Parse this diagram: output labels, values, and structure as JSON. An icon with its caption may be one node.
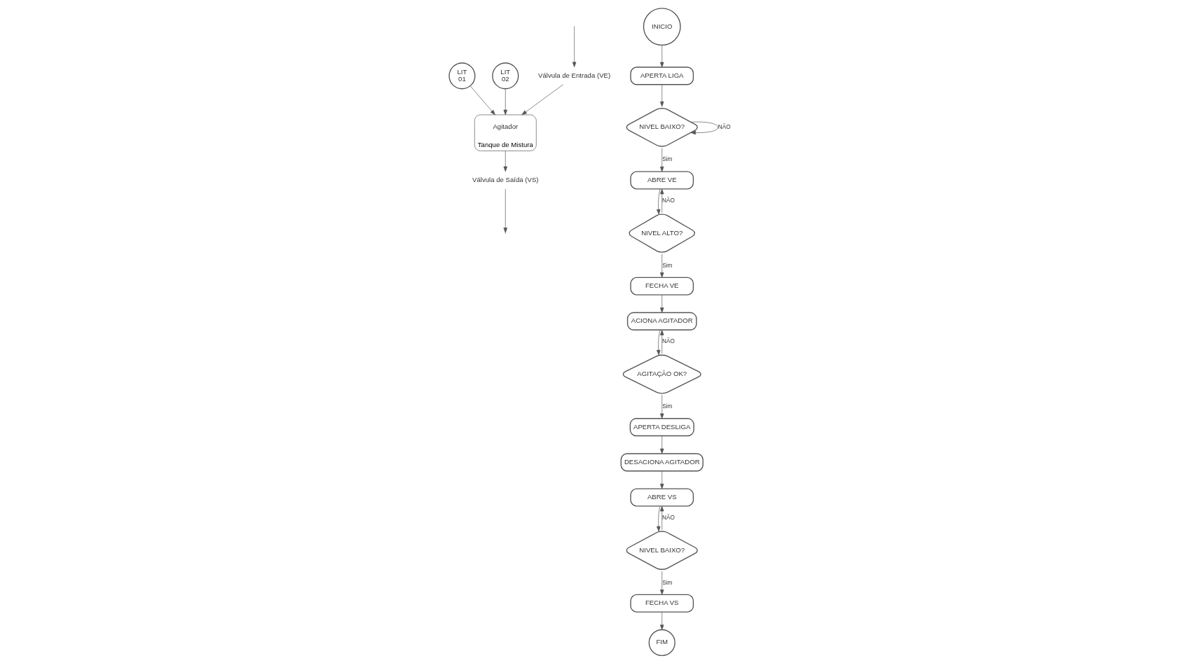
{
  "diagram": {
    "nodes": [
      {
        "text": [
          "Válvula de Entrada (VE)"
        ]
      },
      {
        "text": [
          "Tanque de Mistura"
        ]
      },
      {
        "text": [
          "Agitador"
        ],
        "in": 1
      },
      {
        "text": [
          "LIT",
          "01"
        ]
      },
      {
        "text": [
          "LIT",
          "02"
        ]
      },
      {
        "text": [
          "Válvula de Saída (VS)"
        ]
      },
      {
        "text": [
          "INICIO"
        ]
      },
      {
        "text": [
          "APERTA LIGA"
        ]
      },
      {
        "text": [
          "NIVEL BAIXO?"
        ]
      },
      {
        "text": [
          "ABRE VE"
        ]
      },
      {
        "text": [
          "NIVEL ALTO?"
        ]
      },
      {
        "text": [
          "FECHA VE"
        ]
      },
      {
        "text": [
          "ACIONA AGITADOR"
        ]
      },
      {
        "text": [
          "AGITAÇÃO OK?"
        ]
      },
      {
        "text": [
          "APERTA DESLIGA"
        ]
      },
      {
        "text": [
          "DESACIONA AGITADOR"
        ]
      },
      {
        "text": [
          "ABRE VS"
        ]
      },
      {
        "text": [
          "NIVEL BAIXO?"
        ]
      },
      {
        "text": [
          "FECHA VS"
        ]
      },
      {
        "text": [
          "FIM"
        ]
      }
    ],
    "edges": [
      {
        "from": null,
        "to": 0,
        "arrow": "to"
      },
      {
        "from": 0,
        "to": 1,
        "arrow": "to"
      },
      {
        "from": 3,
        "to": 1,
        "arrow": "to"
      },
      {
        "from": 4,
        "to": 1,
        "arrow": "to"
      },
      {
        "from": 1,
        "to": 5,
        "arrow": "to"
      },
      {
        "from": 5,
        "to": null,
        "arrow": "to"
      },
      {
        "from": 6,
        "to": 7,
        "arrow": "to"
      },
      {
        "from": 7,
        "to": 8,
        "arrow": "to"
      },
      {
        "from": 8,
        "to": 9,
        "arrow": "to",
        "label": "Sim"
      },
      {
        "from": 8,
        "to": 8,
        "arrow": "to",
        "label": "NÃO"
      },
      {
        "from": 9,
        "to": 10,
        "arrow": "to"
      },
      {
        "from": 10,
        "to": 9,
        "arrow": "to",
        "label": "NÃO"
      },
      {
        "from": 10,
        "to": 11,
        "arrow": "to",
        "label": "Sim"
      },
      {
        "from": 11,
        "to": 12,
        "arrow": "to"
      },
      {
        "from": 12,
        "to": 13,
        "arrow": "to"
      },
      {
        "from": 13,
        "to": 12,
        "arrow": "to",
        "label": "NÃO"
      },
      {
        "from": 13,
        "to": 14,
        "arrow": "to",
        "label": "Sim"
      },
      {
        "from": 14,
        "to": 15,
        "arrow": "to"
      },
      {
        "from": 15,
        "to": 16,
        "arrow": "to"
      },
      {
        "from": 16,
        "to": 17,
        "arrow": "to"
      },
      {
        "from": 17,
        "to": 16,
        "arrow": "to",
        "label": "NÃO"
      },
      {
        "from": 17,
        "to": 18,
        "arrow": "to",
        "label": "Sim"
      },
      {
        "from": 18,
        "to": 19,
        "arrow": "to"
      }
    ]
  }
}
